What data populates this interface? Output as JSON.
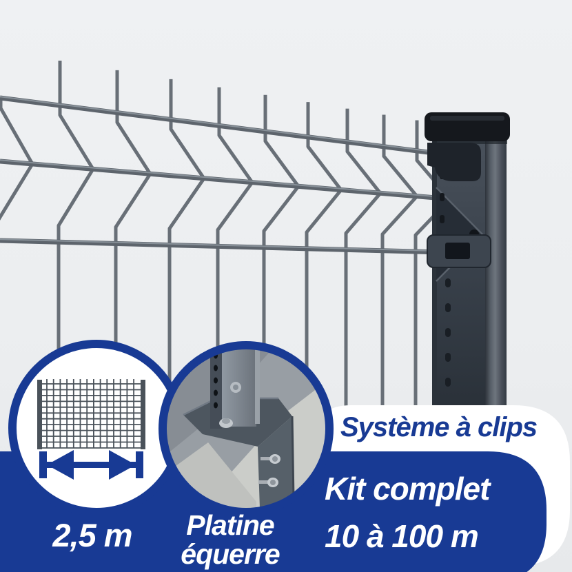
{
  "image_type": "product-render",
  "labels": {
    "panel_width": "2,5 m",
    "base_plate": "Platine équerre",
    "clip_system": "Système à clips",
    "kit_title": "Kit complet",
    "kit_range": "10 à 100 m"
  },
  "icons": {
    "panel_width_icon": "fence-panel-with-width-arrow",
    "base_plate_photo": "post-on-concrete-base-plate-photo",
    "scene": "3d-rigid-mesh-fence-panel-with-anthracite-post"
  },
  "colors": {
    "accent_blue": "#183a94",
    "background_grey": "#edeff1",
    "wire_grey": "#686f77",
    "rail_grey": "#5d646c",
    "post_anthracite": "#3a424c",
    "cap_black": "#15181d",
    "white": "#ffffff"
  }
}
